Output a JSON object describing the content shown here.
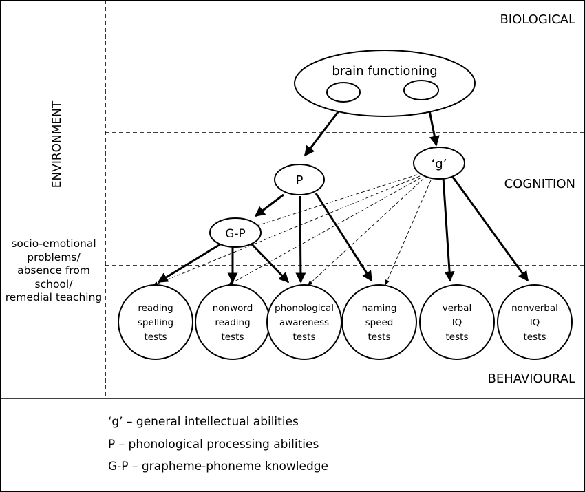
{
  "regions": {
    "biological": "BIOLOGICAL",
    "cognition": "COGNITION",
    "behavioural": "BEHAVIOURAL",
    "environment": "ENVIRONMENT"
  },
  "environment_factors": [
    "socio-emotional",
    "problems/",
    "absence from",
    "school/",
    "remedial teaching"
  ],
  "nodes": {
    "brain": "brain functioning",
    "p": "P",
    "g": "‘g’",
    "gp": "G-P"
  },
  "tests": [
    [
      "reading",
      "spelling",
      "tests"
    ],
    [
      "nonword",
      "reading",
      "tests"
    ],
    [
      "phonological",
      "awareness",
      "tests"
    ],
    [
      "naming",
      "speed",
      "tests"
    ],
    [
      "verbal",
      "IQ",
      "tests"
    ],
    [
      "nonverbal",
      "IQ",
      "tests"
    ]
  ],
  "legend": [
    "‘g’ – general intellectual abilities",
    "P – phonological processing abilities",
    "G-P – grapheme-phoneme knowledge"
  ]
}
